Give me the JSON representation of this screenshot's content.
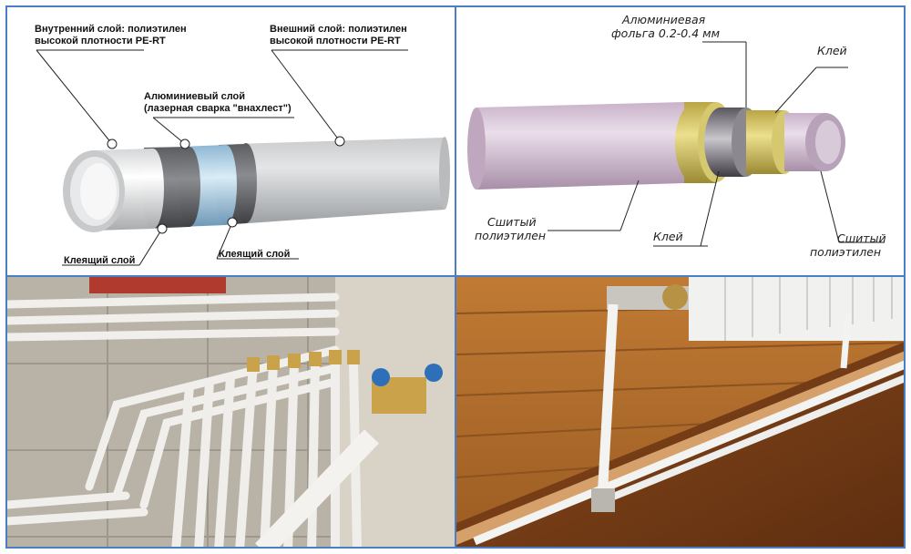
{
  "panel_tl": {
    "inner_layer_line1": "Внутренний слой: полиэтилен",
    "inner_layer_line2": "высокой плотности PE-RT",
    "outer_layer_line1": "Внешний слой: полиэтилен",
    "outer_layer_line2": "высокой плотности PE-RT",
    "al_layer_line1": "Алюминиевый слой",
    "al_layer_line2": "(лазерная сварка \"внахлест\")",
    "glue_left": "Клеящий слой",
    "glue_right": "Клеящий слой"
  },
  "panel_tr": {
    "foil_line1": "Алюминиевая",
    "foil_line2": "фольга 0.2-0.4 мм",
    "glue_top": "Клей",
    "glue_bottom": "Клей",
    "pex_left_line1": "Сшитый",
    "pex_left_line2": "полиэтилен",
    "pex_right_line1": "Сшитый",
    "pex_right_line2": "полиэтилен"
  },
  "colors": {
    "frame_border": "#4a7fc6",
    "tile": "#c9c2b6",
    "pipe_white": "#f2f2f0",
    "wood": "#a8692e",
    "pex_pink": "#d8c6d8",
    "foil_yellow": "#e0d27a"
  }
}
